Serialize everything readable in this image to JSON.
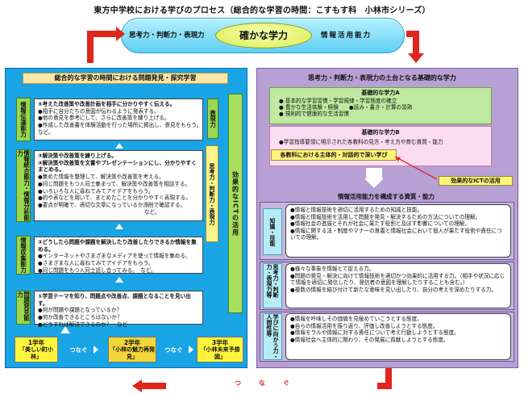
{
  "title": "東方中学校における学びのプロセス（総合的な学習の時間：こすもす科　小林市シリーズ）",
  "top_capsule": {
    "left": "思考力・判断力・表現力",
    "center": "確かな学力",
    "right": "情報活用能力"
  },
  "left_panel": {
    "header": "総合的な学習の時間における問題発見・探究学習",
    "ict_label": "効果的なICTの活用",
    "stages": [
      {
        "lines": [
          "⑤考えた改善策や改善計画を相手に分かりやすく伝える。",
          "●相手に自分たちの意図が伝わるように発表する。",
          "●他の意見を参考にして、さらに改善策を練り上げる。",
          "●作成した改善書を体験活動を行った場所に掲出し、意見をもらう。　　　など。"
        ],
        "left_tag": "情報伝達能力",
        "right_tag": "表現力"
      },
      {
        "lines": [
          "③解決策や改善策を練り上げる。",
          "④解決策や改善策を文書やプレゼンテーションにし、分かりやすくまとめる。",
          "●集めた情報を整理して、解決策や改善策を考える。",
          "●同じ問題をもつ人同士集まって、解決策や改善策を相談する。",
          "●いろいろな人に尋ねてみてアイデアをもらう。",
          "●的や表などを用いて、まとめたことを分かりやすく表現する。",
          "●要点が明確で、適切な文章になっているか添削で確認する。",
          "　　　　　　　　　　　　　　　　　　　　など。"
        ],
        "left_tag": "情報統合能力・情報分析能力",
        "right_tag": "思考力・判断力・表現力"
      },
      {
        "lines": [
          "②どうしたら問題や課題を解決したり改善したりできるか情報を集める。",
          "●インターネットやさまざまなメディアを使って情報を集める。",
          "●さまざまな人に尋ねてみてアイデアをもらう。",
          "●同じ問題をもつ人同士話し合ってみる。　など。"
        ],
        "left_tag": "情報収集能力",
        "right_tag": ""
      },
      {
        "lines": [
          "①学習テーマを知り、問題点や改善点、課題となることを見い出す。",
          "●何が問題や課題となっているか？",
          "●何か改善できるところはないか？",
          "●どうすれば解決できるのか？　など"
        ],
        "left_tag": "問題発見能力",
        "right_tag": ""
      }
    ],
    "grades": [
      {
        "grade": "1学年",
        "theme": "「美しい町小林」"
      },
      {
        "grade": "2学年",
        "theme": "「小林の魅力再発見」"
      },
      {
        "grade": "3学年",
        "theme": "「小林未来予想図」"
      }
    ],
    "connector": "つなぐ"
  },
  "right_panel": {
    "header": "思考力・判断力・表現力の土台となる基礎的な学力",
    "basicA": {
      "title": "基礎的な学力A",
      "items": [
        "基本的な学習習慣・学習規律・学習態度の確立",
        "豊かな生活体験・経験　　●読み・書き・計算の習熟",
        "規則的で健康的な生活習慣"
      ]
    },
    "basicB": {
      "title": "基礎的な学力B",
      "text": "●学習指導要領に明示された各教科の見方・考え方や育む資質・能力"
    },
    "deep_learning": "各教科における主体的・対話的で深い学び",
    "ict": "効果的なICTの活用",
    "sections_header": "情報活用能力を構成する資質・能力",
    "sections": [
      {
        "tag": "知識・技能",
        "items": [
          "●情報と情報技術を適切に活用するための知識と技能。",
          "●情報と情報技術を活用して問題を発見・解決するための方法についての理解。",
          "●情報社会の進展とそれが社会に果たす役割と及ぼす影響についての理解。",
          "●情報に関する法・制度やマナーの意義と情報社会において個人が果たす役割や責任についての理解。"
        ]
      },
      {
        "tag": "思考力・判断力・表現力等",
        "items": [
          "●様々な事象を情報とて捉える力。",
          "●問題の発見・解決に向けて情報技術を適切かつ効果的に活用する力。（相手や状況に応じて情報を適切に発信したり、発信者の意図を理解したりすることも含む。）",
          "●複数の情報を結び付けて新たな意味を見い出したり、自分の考えを深めたりする力。"
        ]
      },
      {
        "tag": "学びに向かう力・人間性等",
        "items": [
          "●情報を吟味しその価値を見極めていこうとする態度。",
          "●自らの情報活用を振り返り、評価し改善しようとする態度。",
          "●情報モラルや情報に対する責任について考え行動しようとする態度。",
          "●情報社会へ主体的に関わり、その発展に貢献しようとする態度。"
        ]
      }
    ]
  },
  "bottom_connector": "つなぐ"
}
